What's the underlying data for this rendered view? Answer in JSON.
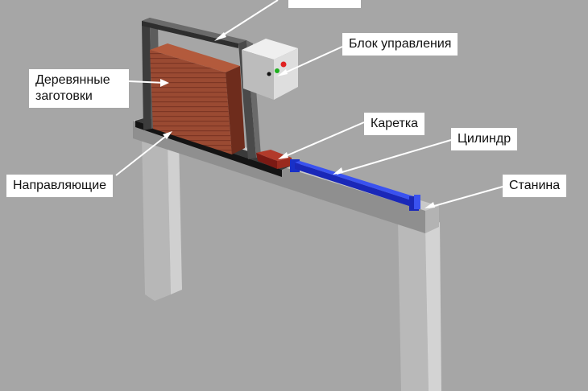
{
  "labels": {
    "frame": "",
    "control_unit": "Блок управления",
    "wood_blanks_line1": "Деревянные",
    "wood_blanks_line2": "заготовки",
    "carriage": "Каретка",
    "cylinder": "Цилиндр",
    "guides": "Направляющие",
    "bed": "Станина"
  },
  "colors": {
    "background": "#a6a6a6",
    "frame": "#4a4a4a",
    "wood": "#9a4a32",
    "control_box": "#dcdcdc",
    "cylinder": "#1f2fd6",
    "carriage": "#8a1f18",
    "beam": "#8e8e8e",
    "legs": "#bdbdbd",
    "rail": "#1f1f1f",
    "button_red": "#e02020",
    "button_green": "#20b020",
    "button_black": "#111111"
  }
}
